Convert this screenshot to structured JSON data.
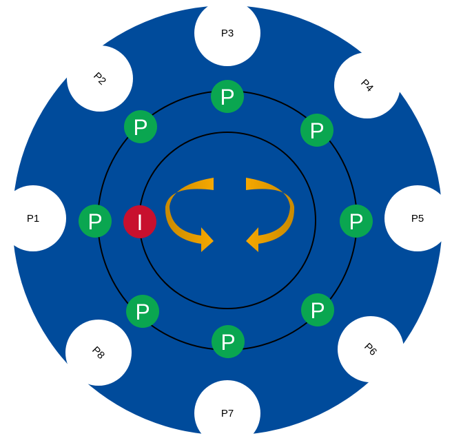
{
  "colors": {
    "disc": "#004b9b",
    "background": "#ffffff",
    "ring_stroke": "#000000",
    "p_badge": "#0aa650",
    "i_badge": "#c8102e",
    "arrow_light": "#f6a800",
    "arrow_dark": "#c98a00"
  },
  "ports": [
    {
      "label": "P1"
    },
    {
      "label": "P2"
    },
    {
      "label": "P3"
    },
    {
      "label": "P4"
    },
    {
      "label": "P5"
    },
    {
      "label": "P6"
    },
    {
      "label": "P7"
    },
    {
      "label": "P8"
    }
  ],
  "outer_ring_badges": [
    "P",
    "P",
    "P",
    "P",
    "P",
    "P",
    "P",
    "P"
  ],
  "inner_badge": "I",
  "rotation_icon": "rotate-arrows-icon"
}
